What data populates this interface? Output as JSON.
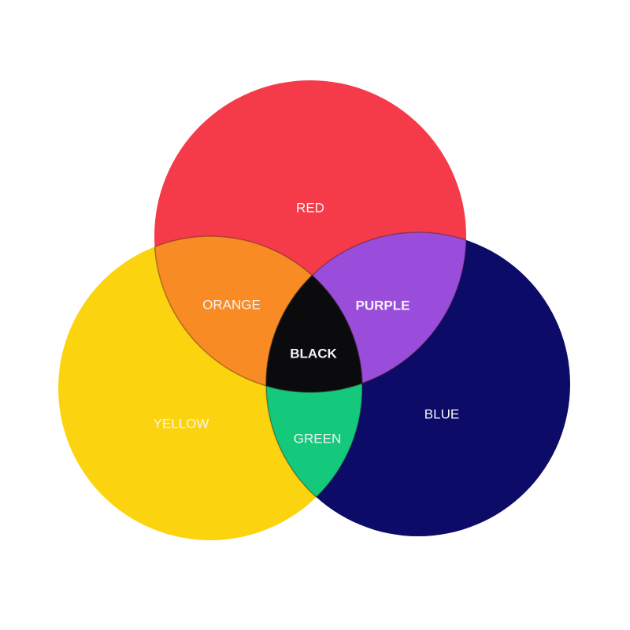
{
  "diagram": {
    "type": "color-mixing-venn",
    "circles": {
      "red": {
        "label": "RED",
        "color": "#f53b49"
      },
      "yellow": {
        "label": "YELLOW",
        "color": "#fcd30f"
      },
      "blue": {
        "label": "BLUE",
        "color": "#0c0b68"
      }
    },
    "intersections": {
      "orange": {
        "label": "ORANGE",
        "color": "#f98b24",
        "of": [
          "red",
          "yellow"
        ]
      },
      "purple": {
        "label": "PURPLE",
        "color": "#9a4ddb",
        "of": [
          "red",
          "blue"
        ]
      },
      "green": {
        "label": "GREEN",
        "color": "#15c97c",
        "of": [
          "yellow",
          "blue"
        ]
      },
      "black": {
        "label": "BLACK",
        "color": "#0b0b0d",
        "of": [
          "red",
          "yellow",
          "blue"
        ]
      }
    },
    "background": "#ffffff"
  }
}
